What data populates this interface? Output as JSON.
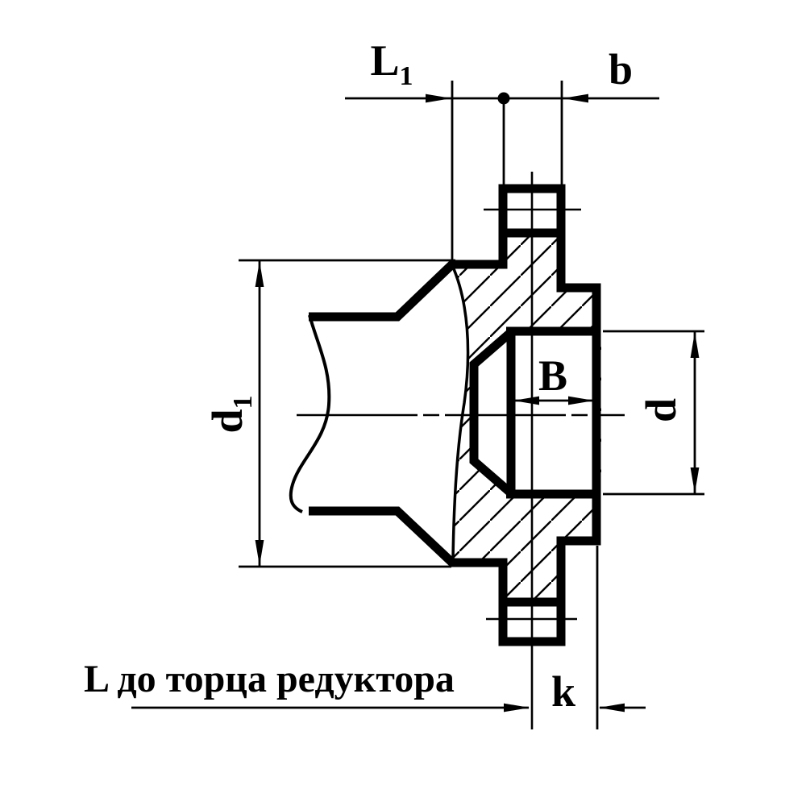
{
  "drawing": {
    "description": "Cross-section dimension drawing of a reducer output gear hub",
    "labels": {
      "l1": {
        "main": "L",
        "sub": "1"
      },
      "b": "b",
      "bore_width": "B",
      "d": "d",
      "d1": {
        "main": "d",
        "sub": "1"
      },
      "k": "k",
      "l_note": "L до торца редуктора"
    },
    "colors": {
      "ink": "#000000",
      "paper": "#ffffff"
    }
  }
}
